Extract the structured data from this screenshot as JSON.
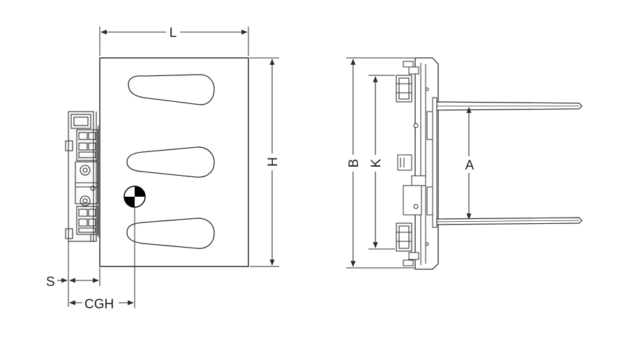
{
  "dimensions": {
    "L": "L",
    "H": "H",
    "S": "S",
    "CGH": "CGH",
    "B": "B",
    "K": "K",
    "A": "A"
  },
  "colors": {
    "line": "#2a2a2a",
    "plate_fill": "#ffffff",
    "cg_fill": "#000000"
  }
}
